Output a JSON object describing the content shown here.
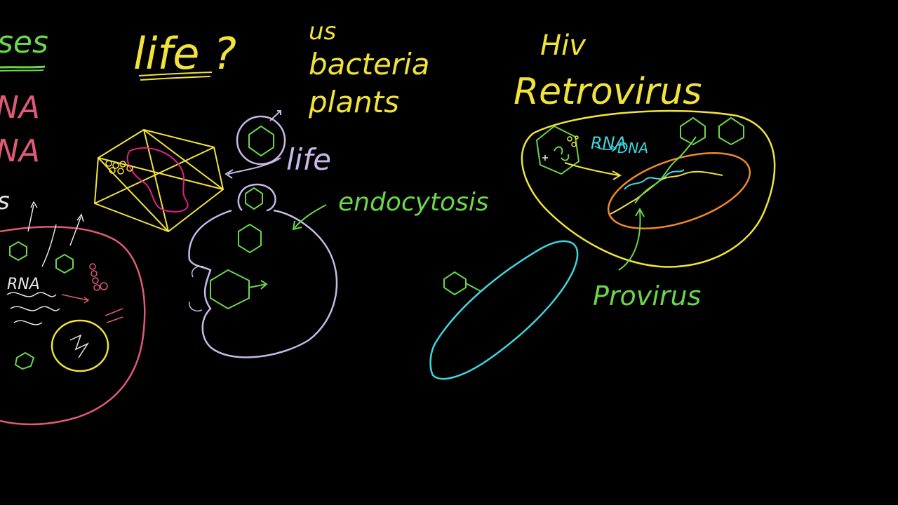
{
  "labels": {
    "viruses_partial": "ses",
    "rna_partial": "NA",
    "dna_partial": "NA",
    "s_partial": "s",
    "life_question": "life ?",
    "us": "us",
    "bacteria": "bacteria",
    "plants": "plants",
    "hiv": "Hiv",
    "retrovirus": "Retrovirus",
    "life": "life",
    "endocytosis": "endocytosis",
    "rna_cell": "RNA",
    "dna_cell": "DNA",
    "rna_small": "RNA",
    "provirus": "Provirus"
  },
  "colors": {
    "background": "#000000",
    "yellow": "#f2e33a",
    "green": "#6bd64a",
    "pink": "#e05a78",
    "lavender": "#c9b8e8",
    "cyan": "#3fd6e0",
    "orange": "#f08a2a",
    "magenta": "#e0208a",
    "white": "#e8e8e8"
  }
}
